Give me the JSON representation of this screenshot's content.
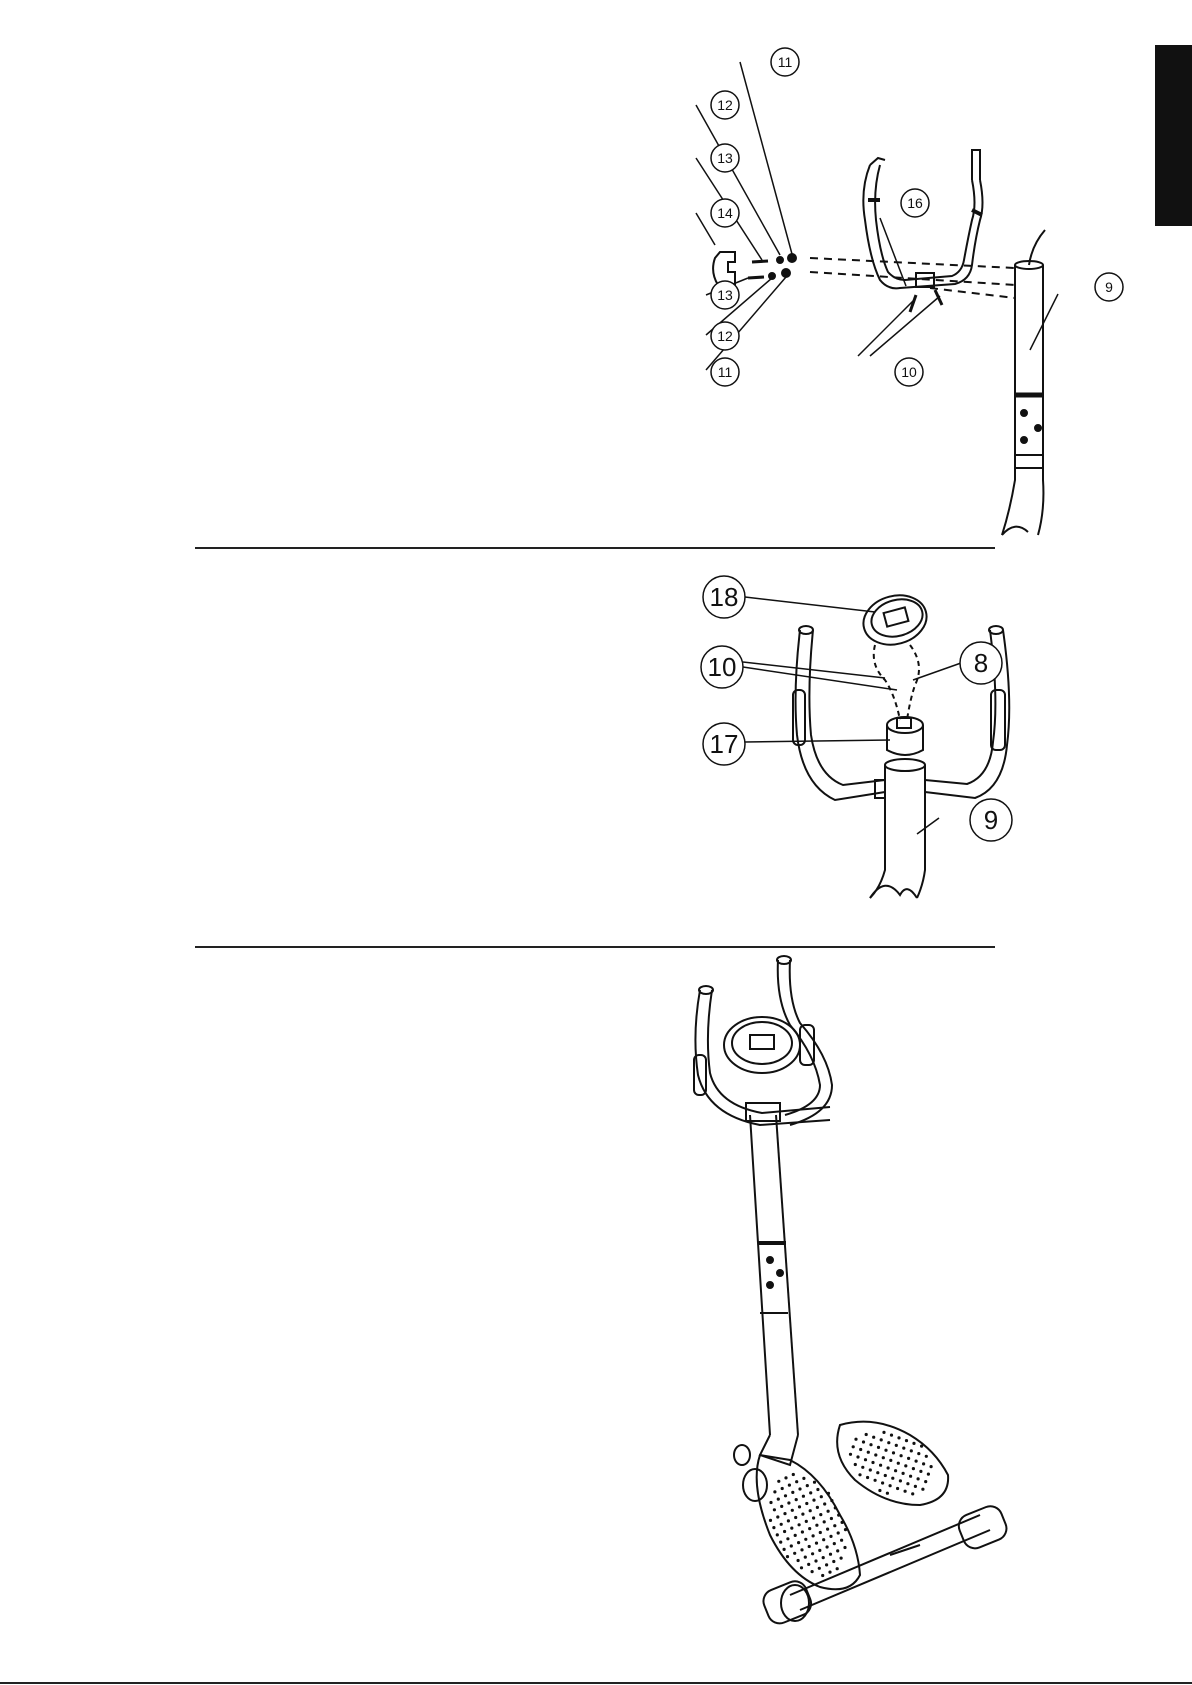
{
  "page": {
    "language_tab": ""
  },
  "step1": {
    "callouts": {
      "c11_top": "11",
      "c12_top": "12",
      "c13_top": "13",
      "c14": "14",
      "c13_bottom": "13",
      "c12_bottom": "12",
      "c11_bottom": "11",
      "c16": "16",
      "c10": "10",
      "c9": "9"
    }
  },
  "step2": {
    "callouts": {
      "c18": "18",
      "c8": "8",
      "c10": "10",
      "c17": "17",
      "c9": "9"
    }
  },
  "step3": {
    "description": "assembled stepper"
  }
}
